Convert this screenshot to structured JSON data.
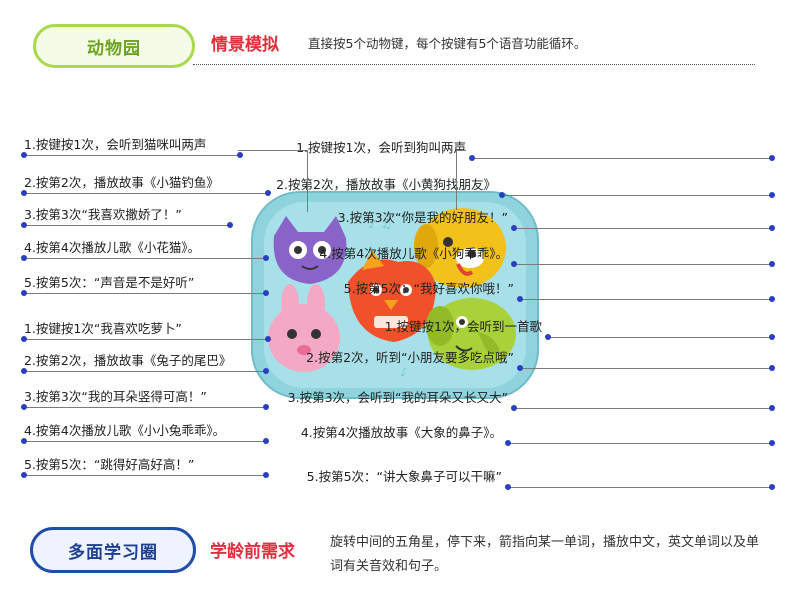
{
  "top_section": {
    "pill_label": "动物园",
    "title": "情景模拟",
    "description": "直接按5个动物键，每个按键有5个语音功能循环。"
  },
  "left_cat": [
    "1.按键按1次，会听到猫咪叫两声",
    "2.按第2次，播放故事《小猫钓鱼》",
    "3.按第3次“我喜欢撒娇了！”",
    "4.按第4次播放儿歌《小花猫》。",
    "5.按第5次：“声音是不是好听”"
  ],
  "left_rabbit": [
    "1.按键按1次“我喜欢吃萝卜”",
    "2.按第2次，播放故事《兔子的尾巴》",
    "3.按第3次“我的耳朵竖得可高！”",
    "4.按第4次播放儿歌《小小兔乖乖》。",
    "5.按第5次：“跳得好高好高！”"
  ],
  "right_dog": [
    "1.按键按1次，会听到狗叫两声",
    "2.按第2次，播放故事《小黄狗找朋友》",
    "3.按第3次“你是我的好朋友！”",
    "4.按第4次播放儿歌《小狗乖乖》。",
    "5.按第5次：“我好喜欢你哦！”"
  ],
  "right_elephant": [
    "1.按键按1次，会听到一首歌",
    "2.按第2次，听到“小朋友要多吃点哦”",
    "3.按第3次，会听到“我的耳朵又长又大”",
    "4.按第4次播放故事《大象的鼻子》。",
    "5.按第5次：“讲大象鼻子可以干嘛”"
  ],
  "bottom_section": {
    "pill_label": "多面学习圈",
    "title": "学龄前需求",
    "description": "旋转中间的五角星，停下来，箭指向某一单词，播放中文，英文单词以及单词有关音效和句子。"
  },
  "colors": {
    "toy_base": "#8fd3dd",
    "cat": "#8a63c9",
    "dog": "#f2c21b",
    "bird": "#f0502a",
    "rabbit": "#f3a9c4",
    "elephant": "#a9d13a",
    "dot": "#2a3fc0"
  }
}
